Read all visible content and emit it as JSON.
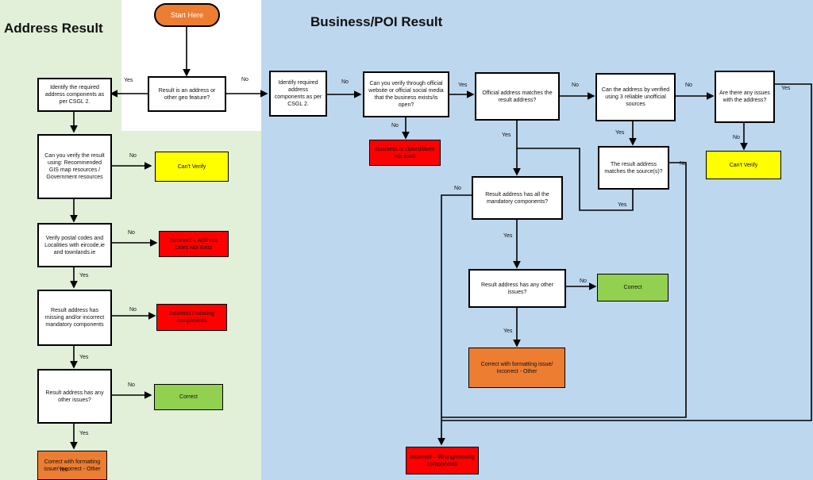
{
  "colors": {
    "left_panel": "#e2efd9",
    "right_panel": "#bdd7ee",
    "start": "#ed7d31",
    "yellow": "#ffff00",
    "red": "#ff0000",
    "green": "#92d050",
    "orange": "#ed7d31"
  },
  "titles": {
    "address": "Address Result",
    "business": "Business/POI Result"
  },
  "nodes": {
    "start": "Start Here",
    "is_address": "Result is an address or other geo feature?",
    "identify_addr": "Identify the required address components as per CSGL 2.",
    "verify_gis": "Can you verify the result using: Recommended GIS map resources / Government resources",
    "cant_verify_addr": "Can't Verify",
    "verify_postal": "Verify postal codes and Localities with eircode.ie and townlands.ie",
    "incorrect_not_exist": "Incorrect – Address Does Not Exist",
    "missing_incorrect": "Result address has missing and/or incorrect mandatory components",
    "incorrect_missing": "Incorrect / missing components",
    "addr_other_issues": "Result address has any other issues?",
    "correct_addr": "Correct",
    "correct_format_addr": "Correct with formatting issue/ Incorrect - Other",
    "identify_biz": "Identify required address components as per CSGL 2.",
    "verify_website": "Can you verify through official website or official social media that the business exists/is open?",
    "biz_closed": "Business is closed/does not exist",
    "official_matches": "Official address matches the result address?",
    "verify_3": "Can the address by verified using 3 reliable unofficial sources",
    "any_issues": "Are there any issues with the address?",
    "matches_sources": "The result address matches the source(s)?",
    "cant_verify_biz": "Can't Verify",
    "mandatory": "Result address has all the mandatory components?",
    "biz_other_issues": "Result address has any other issues?",
    "correct_biz": "Correct",
    "correct_format_biz": "Correct with formatting issue/ Incorrect - Other",
    "wrong_missing": "Incorrect – Wrong/missing components"
  },
  "labels": {
    "yes": "Yes",
    "no": "No"
  }
}
